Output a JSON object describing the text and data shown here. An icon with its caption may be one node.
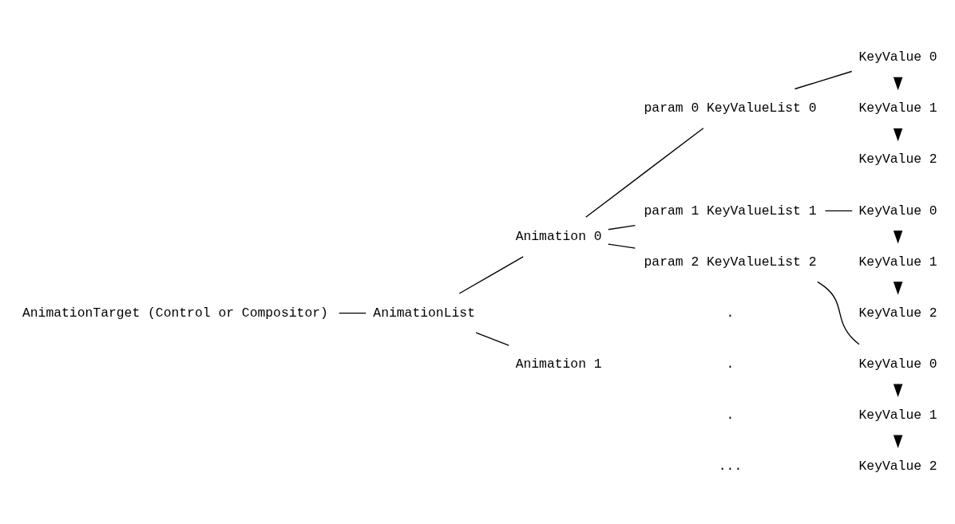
{
  "diagram": {
    "nodes": [
      {
        "text": [
          "AnimationTarget (Control or Compositor)"
        ]
      },
      {
        "text": [
          "AnimationList"
        ]
      },
      {
        "text": [
          "Animation 0"
        ]
      },
      {
        "text": [
          "param 0 KeyValueList 0"
        ]
      },
      {
        "text": [
          "KeyValue 0"
        ]
      },
      {
        "text": [
          "KeyValue 1"
        ]
      },
      {
        "text": [
          "KeyValue 2"
        ]
      },
      {
        "text": [
          "param 1 KeyValueList 1"
        ]
      },
      {
        "text": [
          "KeyValue 0"
        ]
      },
      {
        "text": [
          "KeyValue 1"
        ]
      },
      {
        "text": [
          "KeyValue 2"
        ]
      },
      {
        "text": [
          "param 2 KeyValueList 2"
        ]
      },
      {
        "text": [
          "KeyValue 0"
        ]
      },
      {
        "text": [
          "KeyValue 1"
        ]
      },
      {
        "text": [
          "KeyValue 2"
        ]
      },
      {
        "text": [
          "Animation 1"
        ]
      }
    ],
    "edges": [
      {
        "from": 0,
        "to": 1,
        "arrow": "none"
      },
      {
        "from": 1,
        "to": 2,
        "arrow": "none"
      },
      {
        "from": 2,
        "to": 3,
        "arrow": "none"
      },
      {
        "from": 3,
        "to": 4,
        "arrow": "none"
      },
      {
        "from": 4,
        "to": 5,
        "arrow": "to"
      },
      {
        "from": 5,
        "to": 6,
        "arrow": "to"
      },
      {
        "from": 2,
        "to": 7,
        "arrow": "none"
      },
      {
        "from": 7,
        "to": 8,
        "arrow": "none"
      },
      {
        "from": 8,
        "to": 9,
        "arrow": "to"
      },
      {
        "from": 9,
        "to": 10,
        "arrow": "to"
      },
      {
        "from": 2,
        "to": 11,
        "arrow": "none"
      },
      {
        "from": 11,
        "to": 12,
        "arrow": "none"
      },
      {
        "from": 12,
        "to": 13,
        "arrow": "to"
      },
      {
        "from": 13,
        "to": 14,
        "arrow": "to"
      },
      {
        "from": 1,
        "to": 15,
        "arrow": "none"
      }
    ],
    "labels": [
      ".",
      ".",
      ".",
      "..."
    ]
  }
}
